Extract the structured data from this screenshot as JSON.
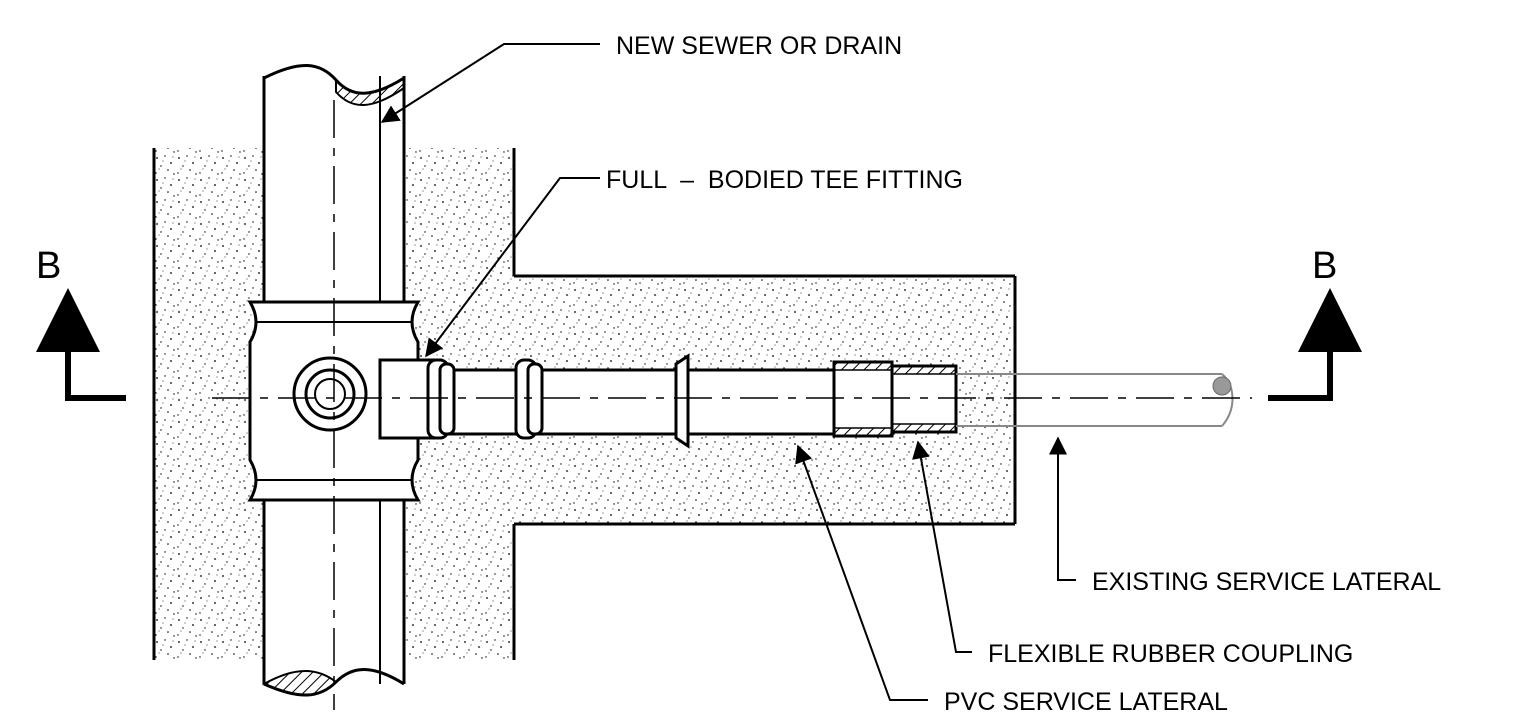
{
  "labels": {
    "new_sewer": "NEW SEWER OR DRAIN",
    "tee_fitting": "FULL  –  BODIED TEE FITTING",
    "existing_lateral": "EXISTING SERVICE LATERAL",
    "coupling": "FLEXIBLE RUBBER COUPLING",
    "pvc_lateral": "PVC SERVICE LATERAL"
  },
  "section": {
    "left": "B",
    "right": "B"
  },
  "colors": {
    "line": "#000000",
    "existing_pipe": "#888888",
    "background": "#ffffff"
  }
}
